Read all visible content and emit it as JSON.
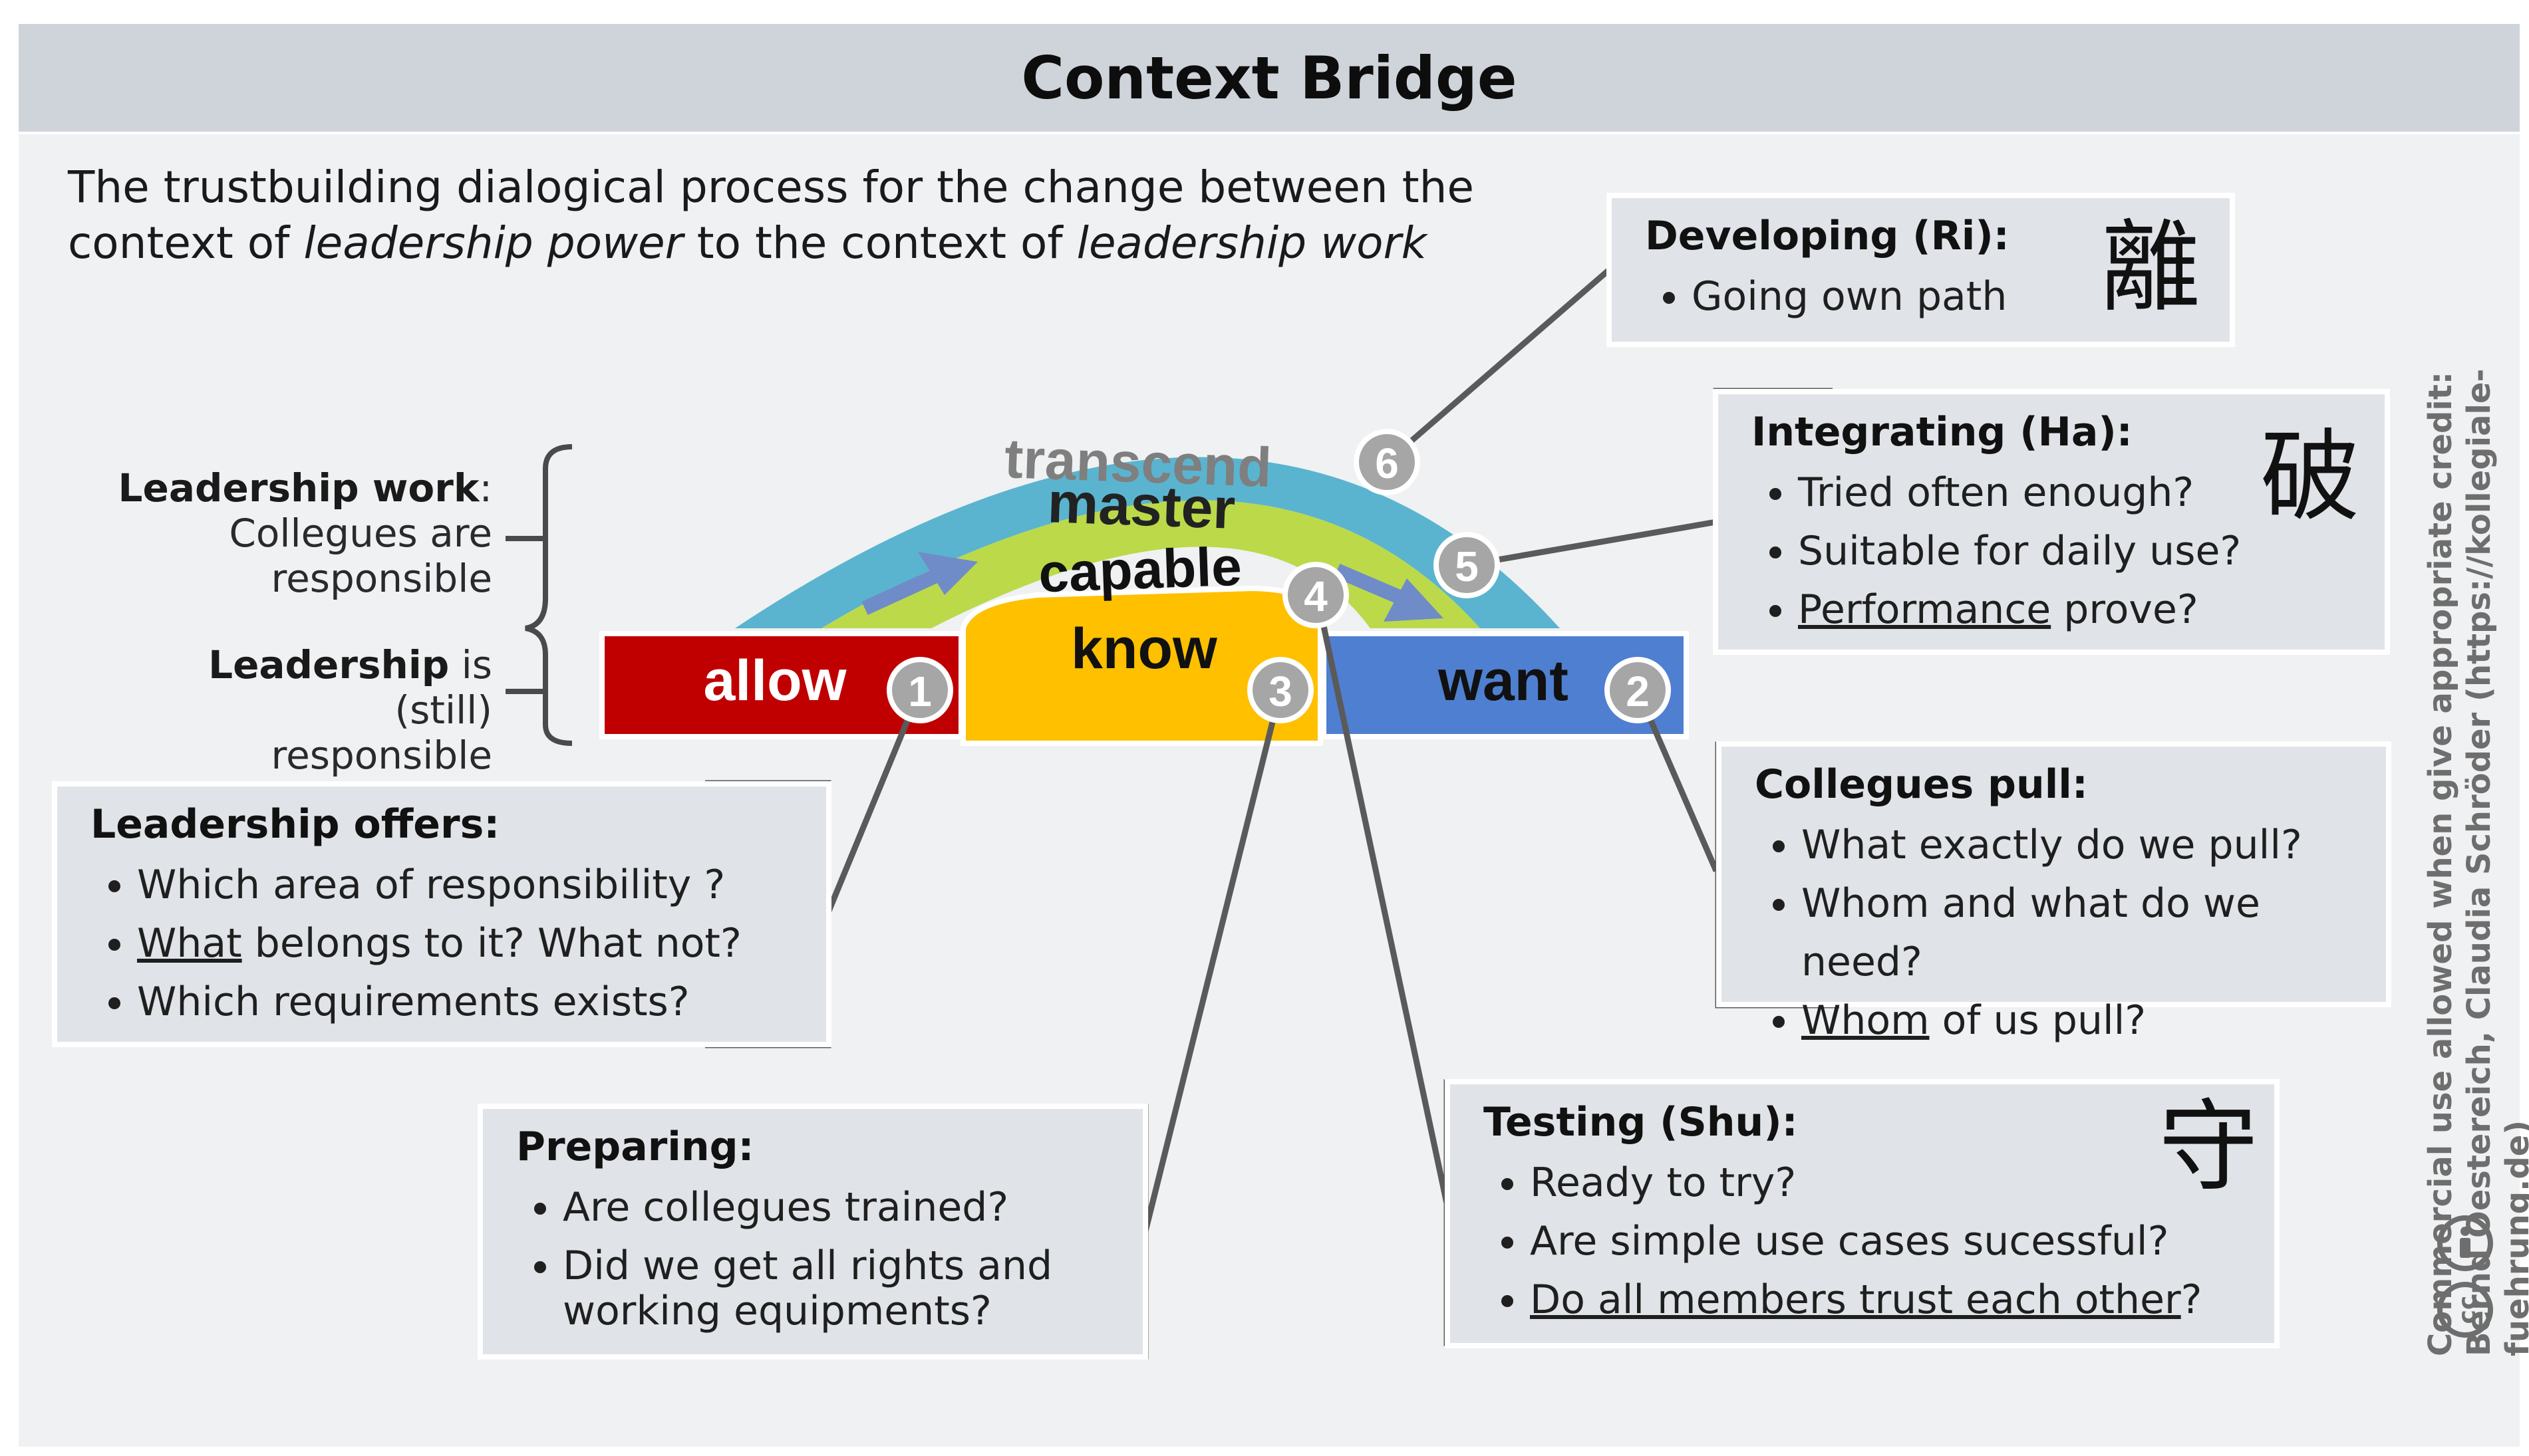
{
  "title": "Context Bridge",
  "subtitle": {
    "line1": "The trustbuilding dialogical process for the change between the",
    "line2_a": "context of ",
    "line2_b": "leadership power",
    "line2_c": " to the context of ",
    "line2_d": "leadership work"
  },
  "side_labels": {
    "work": {
      "bold": "Leadership work",
      "rest": ":",
      "line2": "Collegues are",
      "line3": "responsible"
    },
    "power": {
      "bold": "Leadership",
      "rest": " is (still)",
      "line2": "responsible"
    }
  },
  "bridge": {
    "stages": [
      {
        "label": "allow",
        "number": "1",
        "color": "#c00000"
      },
      {
        "label": "want",
        "number": "2",
        "color": "#4f7fd0"
      },
      {
        "label": "know",
        "number": "3",
        "color": "#ffc000"
      },
      {
        "label": "capable",
        "number": "4",
        "color": "#bcd94a"
      },
      {
        "label": "master",
        "number": "5",
        "color": "#5ab4cf"
      },
      {
        "label": "transcend",
        "number": "6",
        "color": "#7f7f7f"
      }
    ]
  },
  "boxes": {
    "developing": {
      "title": "Developing (Ri):",
      "kanji": "離",
      "items": [
        "Going own path"
      ]
    },
    "integrating": {
      "title": "Integrating (Ha):",
      "kanji": "破",
      "items": [
        "Tried often enough?",
        "Suitable for daily use?"
      ],
      "item3_u": "Performance",
      "item3_rest": " prove?"
    },
    "pull": {
      "title": "Collegues pull:",
      "items": [
        "What exactly do we pull?",
        "Whom and what do we need?"
      ],
      "item3_u": "Whom",
      "item3_rest": " of us pull?"
    },
    "offers": {
      "title": "Leadership offers:",
      "item1": "Which area of responsibility ?",
      "item2_u": "What",
      "item2_rest": " belongs to it? What not?",
      "item3": "Which requirements exists?"
    },
    "preparing": {
      "title": "Preparing:",
      "items": [
        "Are collegues trained?",
        "Did we get all rights and working equipments?"
      ]
    },
    "testing": {
      "title": "Testing (Shu):",
      "kanji": "守",
      "items": [
        "Ready to try?",
        "Are simple use cases sucessful?"
      ],
      "item3_u": "Do all members trust each other",
      "item3_rest": "?"
    }
  },
  "credit": {
    "line1": "Commercial use allowed when give appropriate credit:",
    "line2": "Bernd Oestereich, Claudia Schröder (https://kollegiale-fuehrung.de)"
  },
  "icons": [
    "cc-icon",
    "attribution-icon"
  ]
}
